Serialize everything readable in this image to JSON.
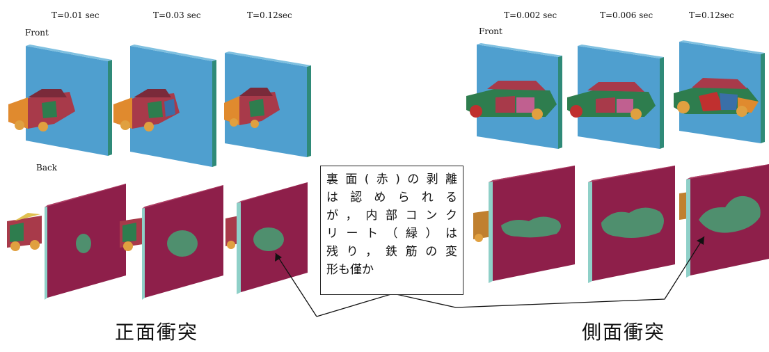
{
  "diagram": {
    "left_group": {
      "time_labels": [
        "T=0.01 sec",
        "T=0.03 sec",
        "T=0.12sec"
      ],
      "front_label": "Front",
      "back_label": "Back",
      "caption": "正面衝突"
    },
    "right_group": {
      "time_labels": [
        "T=0.002 sec",
        "T=0.006 sec",
        "T=0.12sec"
      ],
      "front_label": "Front",
      "caption": "側面衝突"
    },
    "callout_lines": [
      "裏面(赤)の剥離",
      "は認められる",
      "が，内部コンク",
      "リート（緑）は",
      "残り，鉄筋の変",
      "形も僅か"
    ],
    "colors": {
      "wall_front": "#4f9fcf",
      "wall_edge": "#2f8a78",
      "wall_back": "#8e1f4a",
      "back_edge": "#8fd0c8",
      "spall_green": "#4f8f6e",
      "car_body": "#a83a4a",
      "car_green": "#2e7d4e",
      "car_orange": "#e08a2e"
    }
  }
}
